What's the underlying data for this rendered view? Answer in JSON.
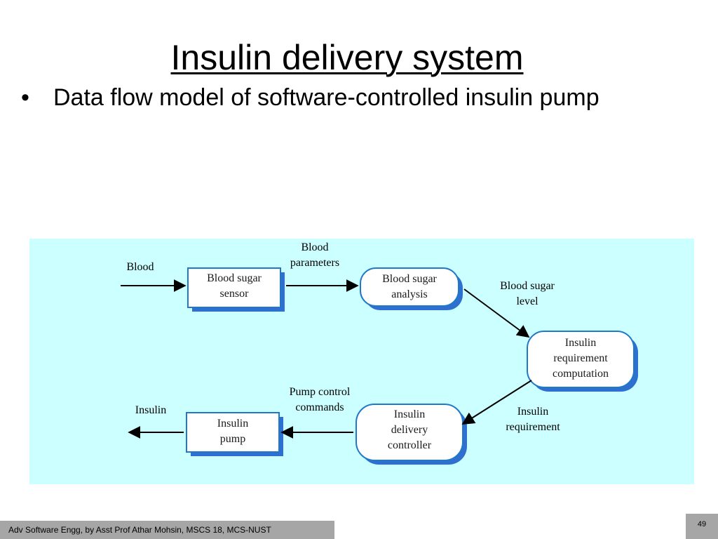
{
  "slide": {
    "title": "Insulin delivery system",
    "bullet": "Data flow model of software-controlled insulin pump",
    "footer": "Adv Software Engg, by Asst Prof Athar Mohsin, MSCS 18, MCS-NUST",
    "page_number": "49"
  },
  "diagram": {
    "background_color": "#ccffff",
    "node_fill": "#ffffff",
    "node_border": "#1f78c8",
    "node_shadow": "#2f6fd0",
    "arrow_color": "#000000",
    "nodes": {
      "blood_sugar_sensor": "Blood sugar\nsensor",
      "blood_sugar_analysis": "Blood sugar\nanalysis",
      "insulin_requirement_computation": "Insulin\nrequirement\ncomputation",
      "insulin_delivery_controller": "Insulin\ndelivery\ncontroller",
      "insulin_pump": "Insulin\npump"
    },
    "flows": {
      "blood": "Blood",
      "blood_parameters": "Blood\nparameters",
      "blood_sugar_level": "Blood sugar\nlevel",
      "insulin_requirement": "Insulin\nrequirement",
      "pump_control_commands": "Pump control\ncommands",
      "insulin_out": "Insulin"
    }
  }
}
